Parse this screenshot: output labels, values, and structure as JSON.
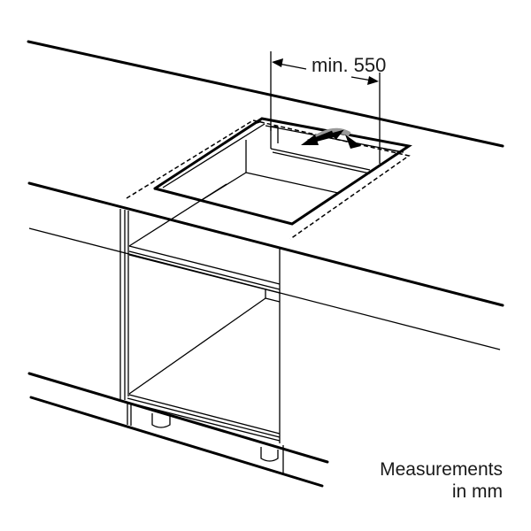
{
  "diagram": {
    "title": "Hob installation cut-out in worktop above built-in cabinet",
    "dimension_label": "min. 550",
    "note": {
      "line1": "Measurements",
      "line2": "in mm"
    },
    "elements": [
      "worktop",
      "cut-out",
      "hob-outline-dashed",
      "base-cabinet",
      "cabinet-feet",
      "plinth",
      "dimension-arrows",
      "airflow-arrow"
    ],
    "colors": {
      "line": "#000000",
      "background": "#ffffff",
      "arrow_gray": "#9a9a9a"
    }
  }
}
